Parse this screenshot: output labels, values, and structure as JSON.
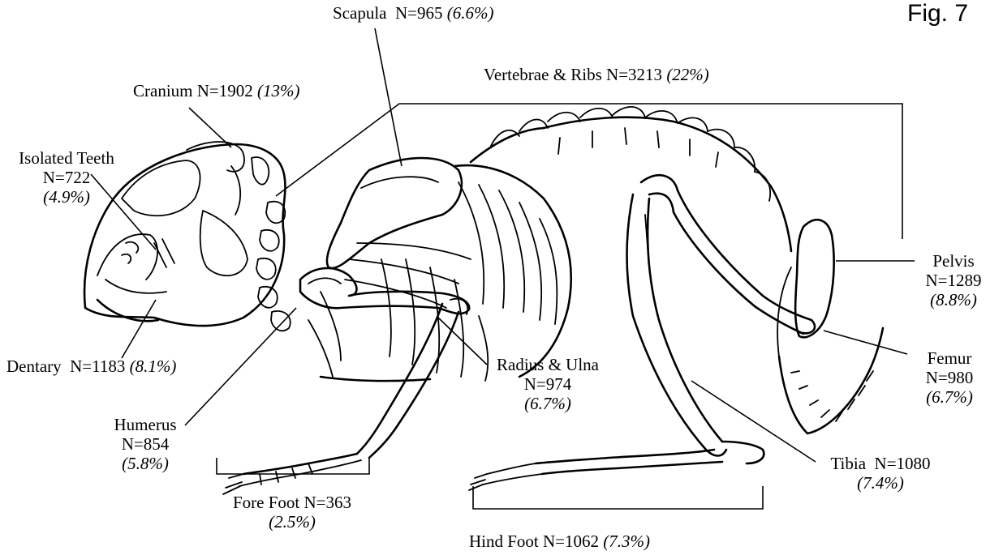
{
  "figure_label": "Fig. 7",
  "labels": {
    "scapula": {
      "name": "Scapula",
      "n": "N=965",
      "pct": "(6.6%)"
    },
    "vertebrae": {
      "name": "Vertebrae & Ribs",
      "n": "N=3213",
      "pct": "(22%)"
    },
    "cranium": {
      "name": "Cranium",
      "n": "N=1902",
      "pct": "(13%)"
    },
    "teeth": {
      "name": "Isolated Teeth",
      "n": "N=722",
      "pct": "(4.9%)"
    },
    "dentary": {
      "name": "Dentary",
      "n": "N=1183",
      "pct": "(8.1%)"
    },
    "humerus": {
      "name": "Humerus",
      "n": "N=854",
      "pct": "(5.8%)"
    },
    "radius": {
      "name": "Radius & Ulna",
      "n": "N=974",
      "pct": "(6.7%)"
    },
    "fore_foot": {
      "name": "Fore Foot",
      "n": "N=363",
      "pct": "(2.5%)"
    },
    "hind_foot": {
      "name": "Hind Foot",
      "n": "N=1062",
      "pct": "(7.3%)"
    },
    "tibia": {
      "name": "Tibia",
      "n": "N=1080",
      "pct": "(7.4%)"
    },
    "femur": {
      "name": "Femur",
      "n": "N=980",
      "pct": "(6.7%)"
    },
    "pelvis": {
      "name": "Pelvis",
      "n": "N=1289",
      "pct": "(8.8%)"
    }
  }
}
